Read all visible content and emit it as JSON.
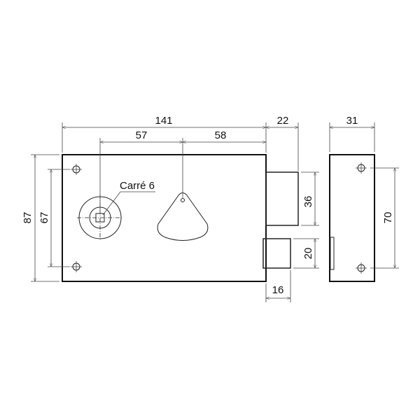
{
  "dimensions": {
    "overall_width": "141",
    "follower_to_key": "57",
    "key_to_edge": "58",
    "bolt_projection": "22",
    "overall_height": "87",
    "fixing_hole_spacing": "67",
    "deadbolt_height": "36",
    "latch_height": "20",
    "latch_projection": "16",
    "keeper_width": "31",
    "keeper_hole_spacing": "70"
  },
  "labels": {
    "follower": "Carré 6"
  },
  "colors": {
    "line": "#111111",
    "background": "#ffffff"
  }
}
